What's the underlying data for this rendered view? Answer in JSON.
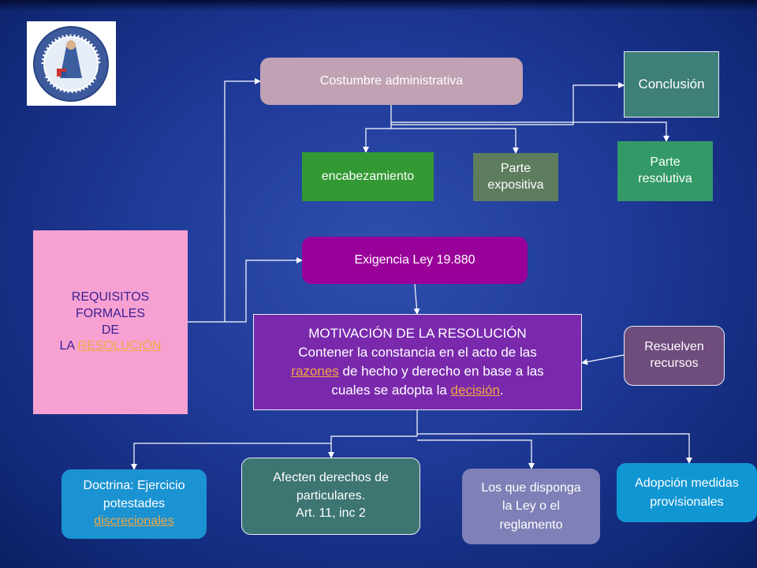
{
  "colors": {
    "background": "#1f3a98",
    "connector": "#ffffff",
    "link": "#f1a742",
    "requisitos": "#f7a1d3",
    "costumbre": "#c1a1b4",
    "conclusion": "#3e7f79",
    "encabezamiento": "#339933",
    "expositiva": "#5e7d5e",
    "resolutiva": "#339966",
    "exigencia": "#990099",
    "motivacion": "#7a29ad",
    "resuelven": "#6e4c7c",
    "doctrina": "#1b93d2",
    "afecten": "#3c7572",
    "disponga": "#7f80b7",
    "adopcion": "#0f96d3"
  },
  "logo": {
    "icon": "seal-icon"
  },
  "requisitos": {
    "line1": "REQUISITOS",
    "line2": "FORMALES",
    "line3": "DE",
    "line4_prefix": "LA ",
    "line4_link": "RESOLUCIÓN"
  },
  "costumbre": {
    "label": "Costumbre administrativa"
  },
  "conclusion": {
    "label": "Conclusión"
  },
  "encabezamiento": {
    "label": "encabezamiento"
  },
  "expositiva": {
    "line1": "Parte",
    "line2": "expositiva"
  },
  "resolutiva": {
    "line1": "Parte",
    "line2": "resolutiva"
  },
  "exigencia": {
    "label": "Exigencia Ley 19.880"
  },
  "motivacion": {
    "title": "MOTIVACIÓN DE LA RESOLUCIÓN",
    "line2": "Contener la constancia en el acto de las",
    "link1": "razones",
    "line3_rest": " de hecho y derecho en base a las",
    "line4_prefix": "cuales se  adopta la ",
    "link2": "decisión",
    "line4_suffix": "."
  },
  "resuelven": {
    "line1": "Resuelven",
    "line2": "recursos"
  },
  "doctrina": {
    "line1": "Doctrina: Ejercicio",
    "line2": "potestades",
    "link": "discrecionales"
  },
  "afecten": {
    "line1": "Afecten derechos de",
    "line2": "particulares.",
    "line3": "Art. 11, inc 2"
  },
  "disponga": {
    "line1": "Los que disponga",
    "line2": "la Ley o el",
    "line3": "reglamento"
  },
  "adopcion": {
    "line1": "Adopción medidas",
    "line2": "provisionales"
  }
}
